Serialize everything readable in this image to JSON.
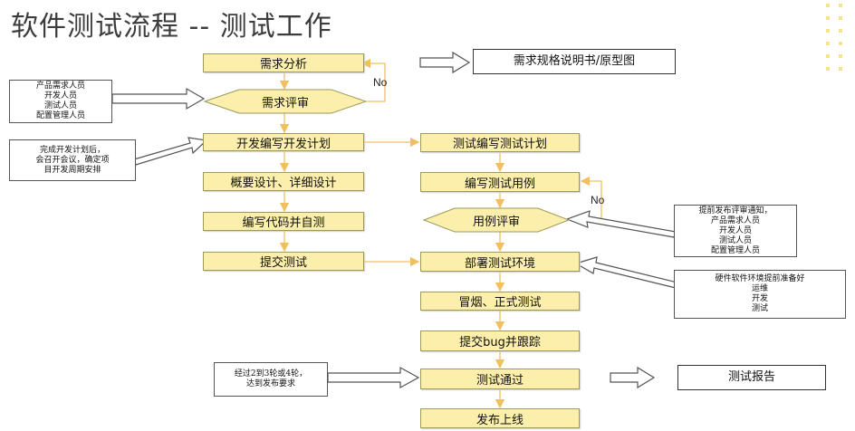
{
  "title": "软件测试流程 -- 测试工作",
  "flow_left": [
    "需求分析",
    "需求评审",
    "开发编写开发计划",
    "概要设计、详细设计",
    "编写代码并自测",
    "提交测试"
  ],
  "flow_right": [
    "测试编写测试计划",
    "编写测试用例",
    "用例评审",
    "部署测试环境",
    "冒烟、正式测试",
    "提交bug并跟踪",
    "测试通过",
    "发布上线"
  ],
  "outputs": {
    "requirements_doc": "需求规格说明书/原型图",
    "test_report": "测试报告"
  },
  "no_labels": [
    "No",
    "No"
  ],
  "notes": {
    "review_people": [
      "产品需求人员",
      "开发人员",
      "测试人员",
      "配置管理人员"
    ],
    "dev_plan": [
      "完成开发计划后，",
      "会召开会议，确定项",
      "目开发周期安排"
    ],
    "case_review": [
      "提前发布评审通知，",
      "产品需求人员",
      "开发人员",
      "测试人员",
      "配置管理人员"
    ],
    "env_prep": [
      "硬件软件环境提前准备好",
      "运维",
      "开发",
      "测试"
    ],
    "release_rule": [
      "经过2到3轮或4轮，",
      "达到发布要求"
    ]
  },
  "colors": {
    "box_fill": "#fcefab",
    "connector": "#f0c060",
    "arrow": "#555555"
  }
}
